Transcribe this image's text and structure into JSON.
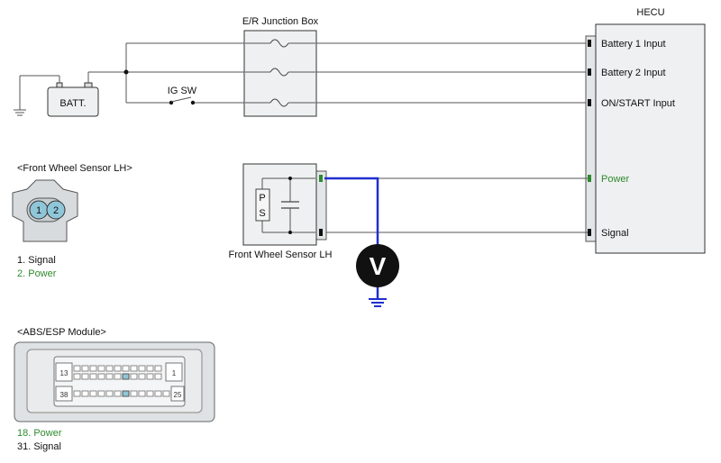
{
  "junction_box": {
    "title": "E/R Junction Box"
  },
  "hecu": {
    "title": "HECU",
    "pins": {
      "battery1": "Battery 1 Input",
      "battery2": "Battery 2 Input",
      "on_start": "ON/START Input",
      "power": "Power",
      "signal": "Signal"
    }
  },
  "battery": {
    "label": "BATT."
  },
  "ig_switch": {
    "label": "IG SW"
  },
  "sensor": {
    "title": "Front Wheel Sensor LH",
    "ps_p": "P",
    "ps_s": "S"
  },
  "voltmeter": {
    "symbol": "V"
  },
  "front_connector": {
    "title": "<Front Wheel Sensor LH>",
    "pin1": "1",
    "pin2": "2",
    "legend_signal": "1. Signal",
    "legend_power": "2. Power"
  },
  "abs_module": {
    "title": "<ABS/ESP Module>",
    "pin13": "13",
    "pin1": "1",
    "pin38": "38",
    "pin25": "25",
    "legend_power": "18. Power",
    "legend_signal": "31. Signal"
  },
  "colors": {
    "power_wire": "#1f2fd0",
    "power_text": "#2e8b2e",
    "connector_pin": "#8fc7d9"
  }
}
